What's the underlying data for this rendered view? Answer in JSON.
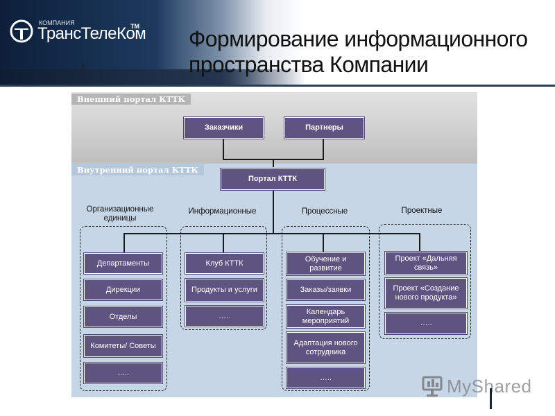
{
  "header": {
    "logo_company": "КОМПАНИЯ",
    "logo_name": "ТрансТелеКом",
    "logo_tm": "TM",
    "title_line1": "Формирование информационного",
    "title_line2": "пространства Компании"
  },
  "diagram": {
    "outer_portal_label": "Внешний портал КТТК",
    "inner_portal_label": "Внутренний портал КТТК",
    "external": {
      "customers": "Заказчики",
      "partners": "Партнеры"
    },
    "portal": "Портал КТТК",
    "categories": {
      "org": "Организационные единицы",
      "info": "Информационные",
      "process": "Процессные",
      "project": "Проектные"
    },
    "org_items": [
      "Департаменты",
      "Дирекции",
      "Отделы",
      "Комитеты/ Советы",
      "….."
    ],
    "info_items": [
      "Клуб КТТК",
      "Продукты и услуги",
      "….."
    ],
    "process_items": [
      "Обучение и развитие",
      "Заказы/заявки",
      "Календарь мероприятий",
      "Адаптация нового сотрудника",
      "….."
    ],
    "project_items": [
      "Проект «Дальняя связь»",
      "Проект «Создание нового продукта»",
      "….."
    ]
  },
  "watermark": {
    "text": "MyShared"
  },
  "colors": {
    "node_fill": "#5d5482",
    "inner_area": "#c7d6e6",
    "outer_area": "#cfcfcf",
    "header_dark": "#1c3a5e"
  }
}
